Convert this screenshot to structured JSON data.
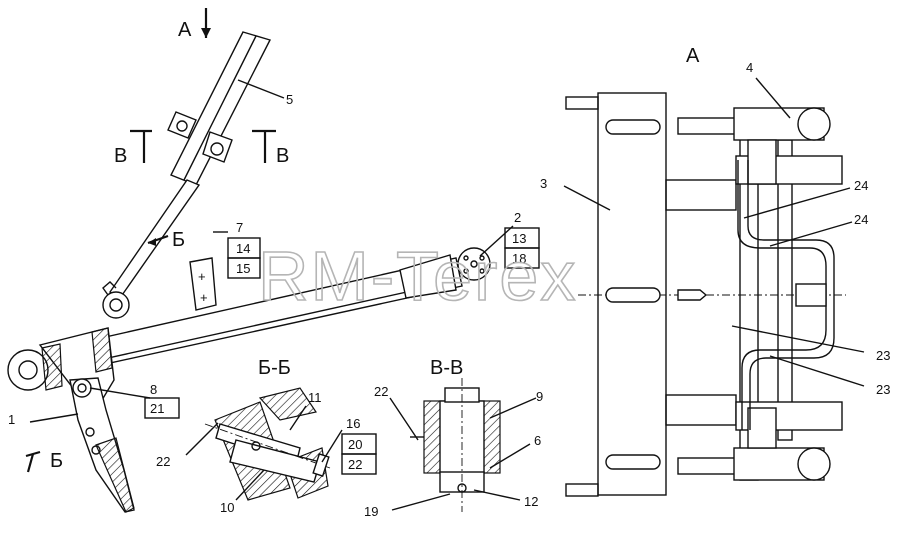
{
  "watermark": "RM-Terex",
  "view_labels": {
    "arrow_a_top": "А",
    "view_a": "А",
    "section_b_b": "Б-Б",
    "section_v_v": "В-В",
    "cut_v_left": "В",
    "cut_v_right": "В",
    "cut_b_upper": "Б",
    "cut_b_lower": "Б"
  },
  "callouts": {
    "c1": "1",
    "c2": "2",
    "c3": "3",
    "c4": "4",
    "c5": "5",
    "c6": "6",
    "c7": "7",
    "c8": "8",
    "c9": "9",
    "c10": "10",
    "c11": "11",
    "c12": "12",
    "c13": "13",
    "c14": "14",
    "c15": "15",
    "c16": "16",
    "c18": "18",
    "c19": "19",
    "c20": "20",
    "c21": "21",
    "c22_bb": "22",
    "c22_vv": "22",
    "c22_box": "22",
    "c23_a": "23",
    "c23_b": "23",
    "c24_a": "24",
    "c24_b": "24"
  }
}
